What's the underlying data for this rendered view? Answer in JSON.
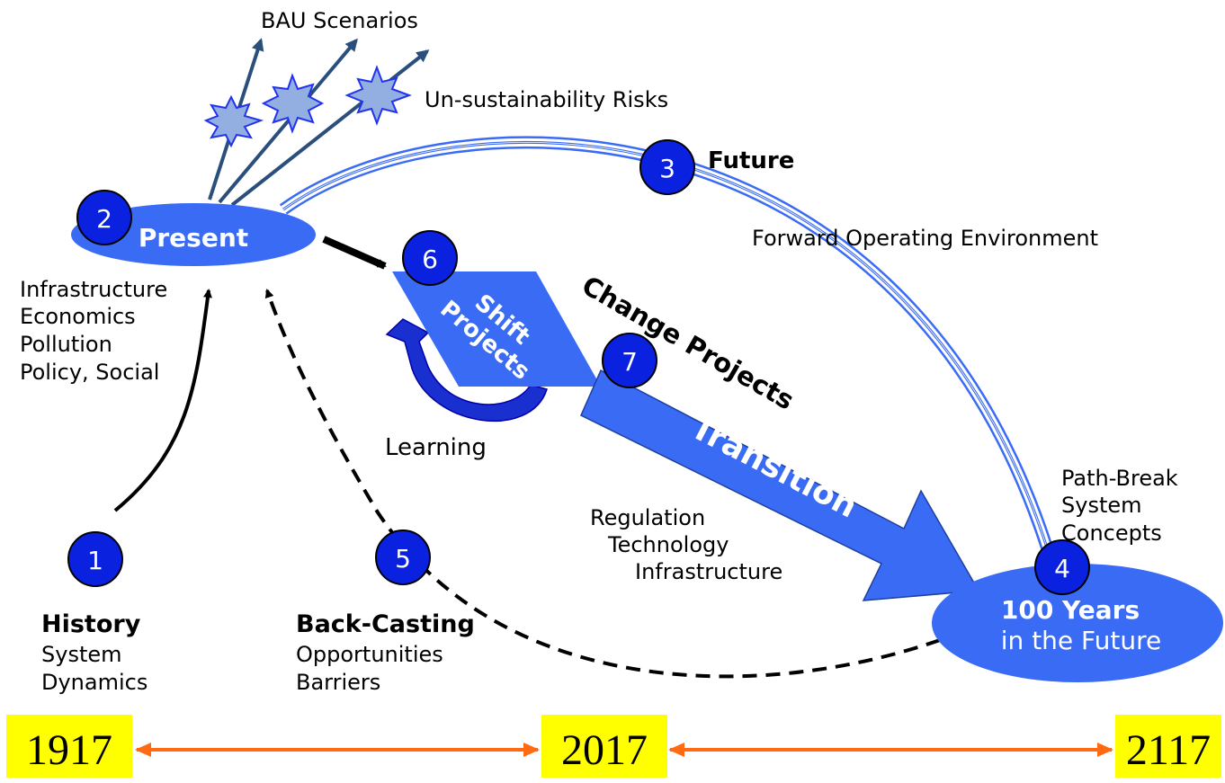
{
  "top_labels": {
    "bau_scenarios": "BAU Scenarios",
    "unsustainability_risks": "Un-sustainability Risks"
  },
  "nodes": {
    "n1": {
      "number": "1",
      "title": "History",
      "lines": [
        "System",
        "Dynamics"
      ]
    },
    "n2": {
      "number": "2",
      "title": "Present",
      "drivers": [
        "Infrastructure",
        "Economics",
        "Pollution",
        "Policy, Social"
      ]
    },
    "n3": {
      "number": "3",
      "title": "Future",
      "subtitle": "Forward Operating Environment"
    },
    "n4": {
      "number": "4",
      "title_line1": "100 Years",
      "title_line2": "in the Future",
      "concepts": [
        "Path-Break",
        "System",
        "Concepts"
      ]
    },
    "n5": {
      "number": "5",
      "title": "Back-Casting",
      "lines": [
        "Opportunities",
        "Barriers"
      ]
    },
    "n6": {
      "number": "6",
      "title_line1": "Shift",
      "title_line2": "Projects",
      "loop_label": "Learning"
    },
    "n7": {
      "number": "7",
      "arrow_label": "Transition",
      "heading": "Change Projects",
      "enablers": [
        "Regulation",
        "Technology",
        "Infrastructure"
      ]
    }
  },
  "timeline": {
    "years": [
      "1917",
      "2017",
      "2117"
    ],
    "box_color": "#ffff00",
    "arrow_color": "#ff6a13"
  },
  "colors": {
    "node_blue": "#3a6bf5",
    "circle_blue": "#0a22e0",
    "star_fill": "#93aee0",
    "star_stroke": "#2233ee",
    "arrow_dark": "#2a4f7c",
    "tube_blue": "#3a6bf5"
  }
}
